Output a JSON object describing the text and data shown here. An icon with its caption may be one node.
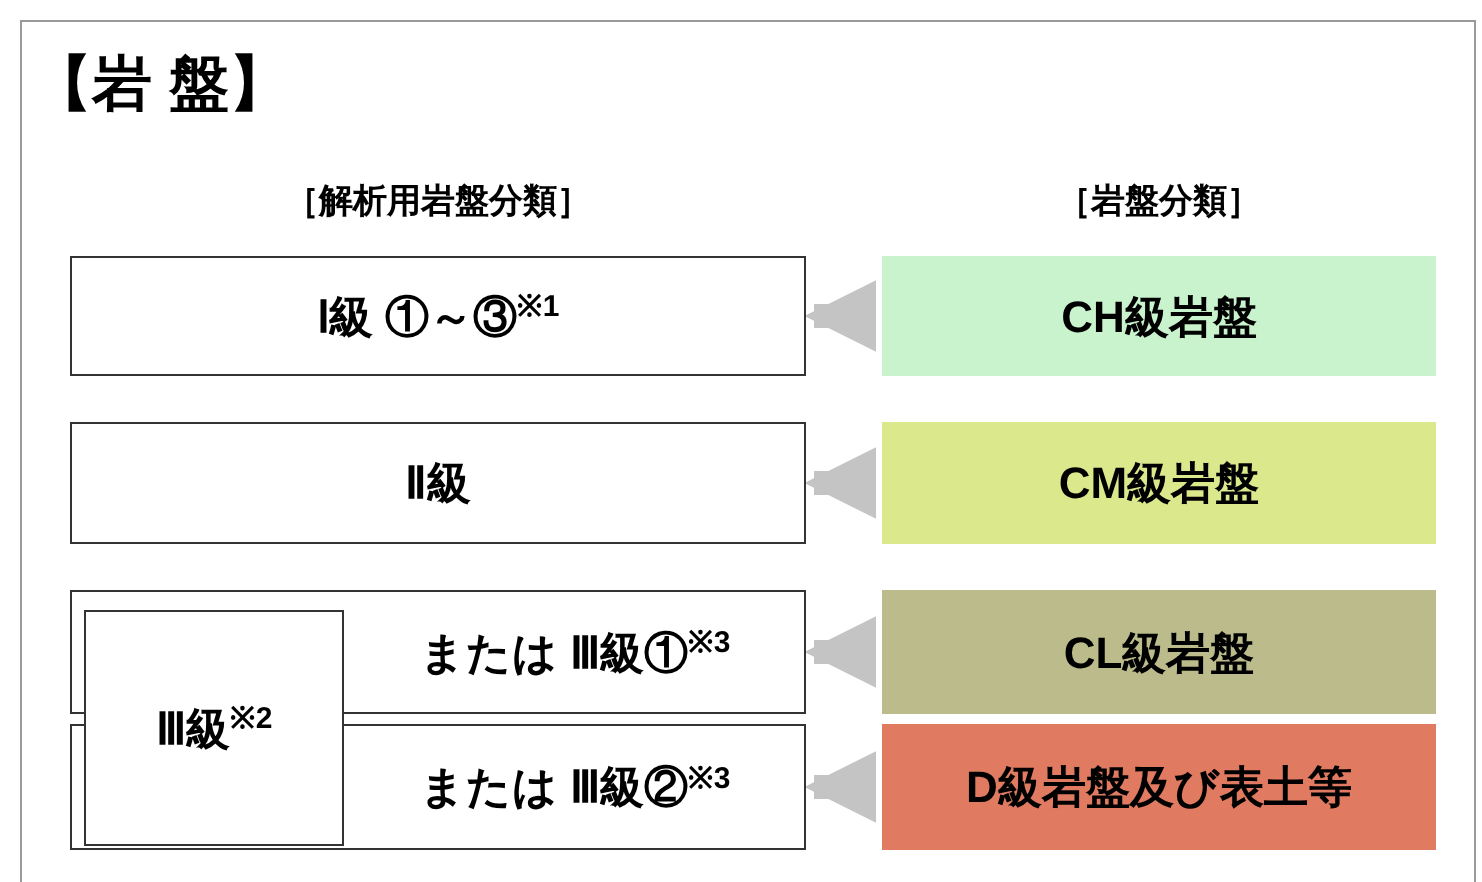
{
  "diagram": {
    "title": "【岩 盤】",
    "nodes": [
      {
        "text": [
          "Ⅰ級 ①～③$^{※1}$"
        ]
      },
      {
        "text": [
          "CH級岩盤"
        ]
      },
      {
        "text": [
          "Ⅱ級"
        ]
      },
      {
        "text": [
          "CM級岩盤"
        ]
      },
      {
        "text": [
          "または Ⅲ級①$^{※3}$"
        ]
      },
      {
        "text": [
          "CL級岩盤"
        ]
      },
      {
        "text": [
          "Ⅲ級$^{※2}$"
        ]
      },
      {
        "text": [
          "または Ⅲ級②$^{※3}$"
        ]
      },
      {
        "text": [
          "D級岩盤及び表土等"
        ]
      }
    ],
    "edges": [
      {
        "from": 1,
        "to": 0,
        "arrow": "to"
      },
      {
        "from": 3,
        "to": 2,
        "arrow": "to"
      },
      {
        "from": 5,
        "to": 4,
        "arrow": "to"
      },
      {
        "from": 8,
        "to": 7,
        "arrow": "to"
      }
    ],
    "labels": [
      "［解析用岩盤分類］",
      "［岩盤分類］"
    ]
  }
}
